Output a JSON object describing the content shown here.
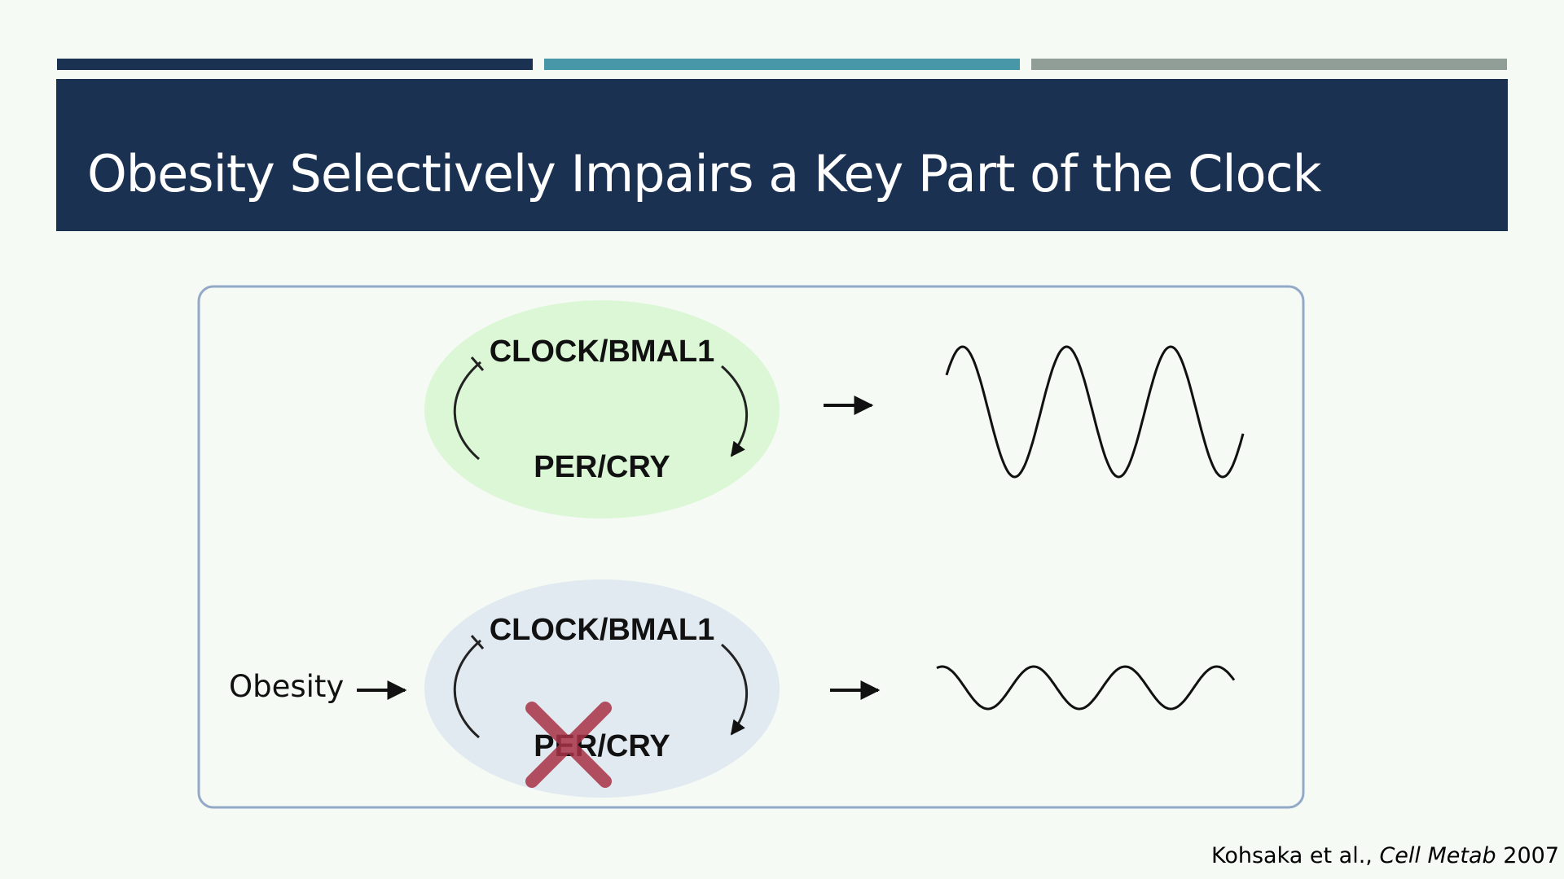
{
  "slide": {
    "title": "Obesity Selectively Impairs a Key Part of the Clock",
    "colors": {
      "navy": "#1b3152",
      "teal": "#4797a8",
      "gray": "#919e98",
      "healthy_fill": "#dbf7d5",
      "obese_fill": "#e1e9f1",
      "x_mark": "#a83246"
    }
  },
  "diagram": {
    "healthy": {
      "top_label": "CLOCK/BMAL1",
      "bottom_label": "PER/CRY"
    },
    "obese": {
      "input_label": "Obesity",
      "top_label": "CLOCK/BMAL1",
      "bottom_label": "PER/CRY"
    }
  },
  "citation": {
    "authors": "Kohsaka et al.,",
    "journal": "Cell Metab",
    "year": "2007"
  }
}
